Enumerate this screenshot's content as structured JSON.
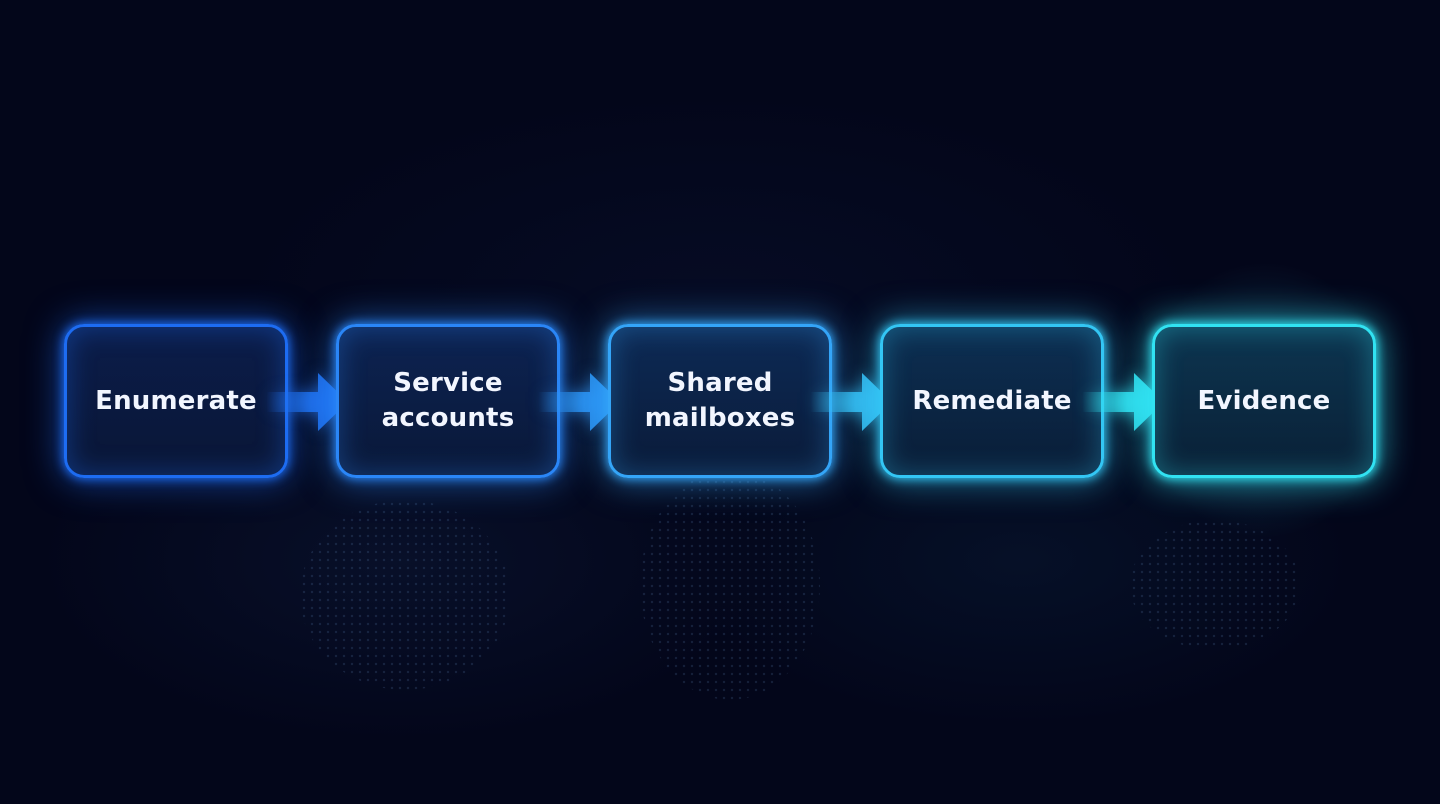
{
  "diagram": {
    "type": "process-flow",
    "steps": [
      {
        "label": "Enumerate",
        "color": "#1d6cf2"
      },
      {
        "label": "Service\naccounts",
        "color": "#2a86f7"
      },
      {
        "label": "Shared\nmailboxes",
        "color": "#34a5f8"
      },
      {
        "label": "Remediate",
        "color": "#33c6f4"
      },
      {
        "label": "Evidence",
        "color": "#31e2f2"
      }
    ],
    "connectors": [
      {
        "from": 0,
        "to": 1,
        "color": "#1f73f3"
      },
      {
        "from": 1,
        "to": 2,
        "color": "#2b95f7"
      },
      {
        "from": 2,
        "to": 3,
        "color": "#35bff5"
      },
      {
        "from": 3,
        "to": 4,
        "color": "#31e2f2"
      }
    ],
    "colors": {
      "background": "#03061a",
      "text": "#f2f6ff"
    }
  }
}
